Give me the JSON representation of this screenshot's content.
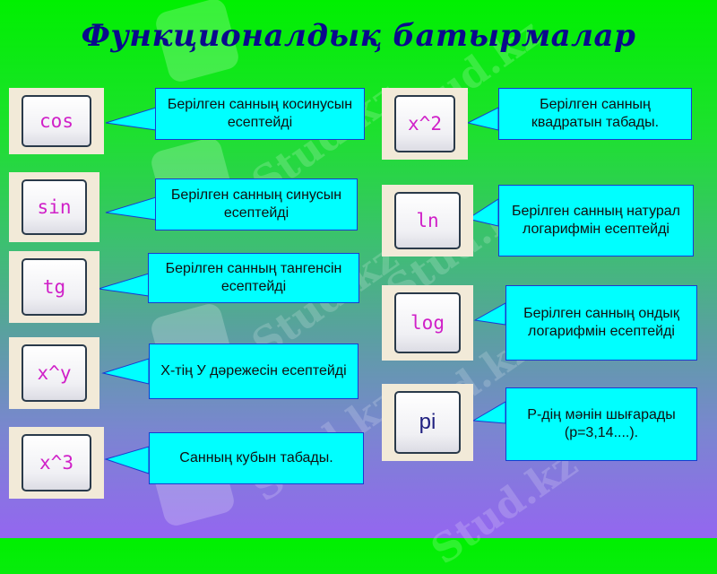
{
  "title": "Функционалдық батырмалар",
  "colors": {
    "title": "#0a0a8c",
    "callout_fill": "#00ffff",
    "callout_border": "#1a3ad0",
    "button_label": "#d020c8"
  },
  "buttons": [
    {
      "id": "cos",
      "label": "cos",
      "description": "Берілген санның косинусын есептейді"
    },
    {
      "id": "sin",
      "label": "sin",
      "description": "Берілген санның синусын есептейді"
    },
    {
      "id": "tg",
      "label": "tg",
      "description": "Берілген санның тангенсін есептейді"
    },
    {
      "id": "x-pow-y",
      "label": "x^y",
      "description": "Х-тің У дәрежесін есептейді"
    },
    {
      "id": "x-cube",
      "label": "x^3",
      "description": "Санның кубын табады."
    },
    {
      "id": "x-square",
      "label": "x^2",
      "description": "Берілген санның квадратын табады."
    },
    {
      "id": "ln",
      "label": "ln",
      "description": "Берілген санның натурал логарифмін есептейді"
    },
    {
      "id": "log",
      "label": "log",
      "description": "Берілген санның ондық логарифмін есептейді"
    },
    {
      "id": "pi",
      "label": "pi",
      "description": "Р-дің мәнін шығарады (p=3,14....)."
    }
  ],
  "watermark": "Stud.kz"
}
